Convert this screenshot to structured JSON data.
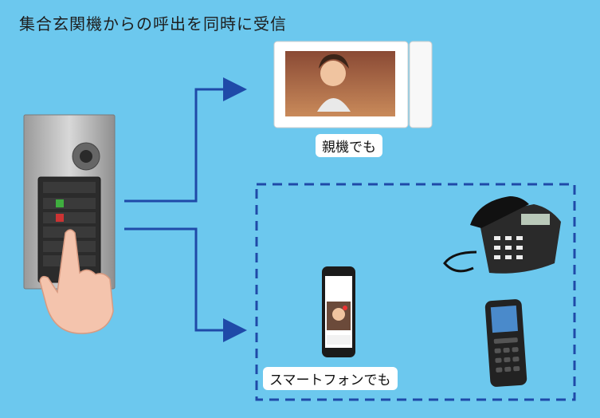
{
  "title": "集合玄関機からの呼出を同時に受信",
  "labels": {
    "monitor": "親機でも",
    "smartphone": "スマートフォンでも"
  },
  "colors": {
    "background": "#6cc8ee",
    "arrow": "#1f4aa8",
    "dashed_box": "#1f4aa8",
    "label_bg": "#ffffff"
  },
  "icons": {
    "entrance_panel": "intercom-panel-icon",
    "hand": "pointing-hand-icon",
    "monitor": "video-monitor-icon",
    "desk_phone": "desk-phone-icon",
    "smartphone": "smartphone-icon",
    "feature_phone": "feature-phone-icon"
  }
}
